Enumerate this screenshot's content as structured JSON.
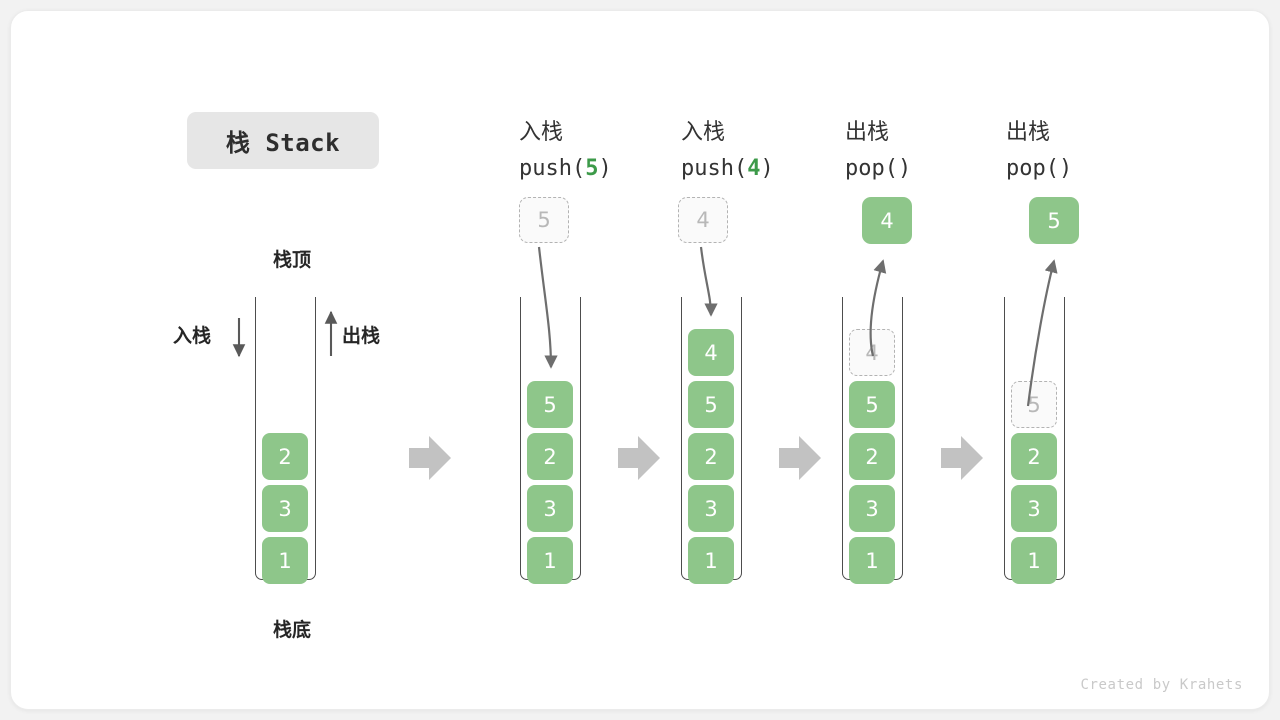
{
  "title": {
    "text": "栈 Stack"
  },
  "labels": {
    "top": "栈顶",
    "bottom": "栈底",
    "push_side": "入栈",
    "pop_side": "出栈"
  },
  "watermark": "Created by Krahets",
  "colors": {
    "cell_fill": "#8ec68a",
    "cell_text": "#ffffff",
    "ghost_fill": "#fafafa",
    "ghost_border": "#b3b3b3",
    "ghost_text": "#b8b8b8",
    "accent_green": "#3c9a49",
    "arrow_gray": "#6e6e6e",
    "step_arrow_gray": "#c0c0c0",
    "wall": "#4d4d4d",
    "title_chip_bg": "#e6e6e6",
    "card_bg": "#ffffff",
    "page_bg": "#f2f2f2"
  },
  "steps": [
    {
      "id": "initial",
      "caption_cn": "",
      "caption_code": "",
      "code_arg": "",
      "cells": [
        "2",
        "3",
        "1"
      ],
      "ghost_in_stack": null,
      "floating_value": null,
      "popped_value": null
    },
    {
      "id": "push-5",
      "caption_cn": "入栈",
      "caption_code_prefix": "push(",
      "code_arg": "5",
      "caption_code_suffix": ")",
      "cells": [
        "5",
        "2",
        "3",
        "1"
      ],
      "ghost_in_stack": null,
      "floating_value": "5",
      "popped_value": null
    },
    {
      "id": "push-4",
      "caption_cn": "入栈",
      "caption_code_prefix": "push(",
      "code_arg": "4",
      "caption_code_suffix": ")",
      "cells": [
        "4",
        "5",
        "2",
        "3",
        "1"
      ],
      "ghost_in_stack": null,
      "floating_value": "4",
      "popped_value": null
    },
    {
      "id": "pop-4",
      "caption_cn": "出栈",
      "caption_code_prefix": "pop(",
      "code_arg": "",
      "caption_code_suffix": ")",
      "cells": [
        "5",
        "2",
        "3",
        "1"
      ],
      "ghost_in_stack": "4",
      "floating_value": null,
      "popped_value": "4"
    },
    {
      "id": "pop-5",
      "caption_cn": "出栈",
      "caption_code_prefix": "pop(",
      "code_arg": "",
      "caption_code_suffix": ")",
      "cells": [
        "2",
        "3",
        "1"
      ],
      "ghost_in_stack": "5",
      "floating_value": null,
      "popped_value": "5"
    }
  ],
  "stack_contents": {
    "s0": [
      "2",
      "3",
      "1"
    ],
    "s1": [
      "5",
      "2",
      "3",
      "1"
    ],
    "s2": [
      "4",
      "5",
      "2",
      "3",
      "1"
    ],
    "s3_ghost": "4",
    "s3": [
      "5",
      "2",
      "3",
      "1"
    ],
    "s4_ghost": "5",
    "s4": [
      "2",
      "3",
      "1"
    ]
  },
  "cell_values": {
    "s0_c0": "2",
    "s0_c1": "3",
    "s0_c2": "1",
    "s1_g": "5",
    "s1_c0": "5",
    "s1_c1": "2",
    "s1_c2": "3",
    "s1_c3": "1",
    "s2_g": "4",
    "s2_c0": "4",
    "s2_c1": "5",
    "s2_c2": "2",
    "s2_c3": "3",
    "s2_c4": "1",
    "s3_p": "4",
    "s3_g": "4",
    "s3_c0": "5",
    "s3_c1": "2",
    "s3_c2": "3",
    "s3_c3": "1",
    "s4_p": "5",
    "s4_g": "5",
    "s4_c0": "2",
    "s4_c1": "3",
    "s4_c2": "1"
  },
  "captions": {
    "c1_cn": "入栈",
    "c1_pre": "push(",
    "c1_arg": "5",
    "c1_post": ")",
    "c2_cn": "入栈",
    "c2_pre": "push(",
    "c2_arg": "4",
    "c2_post": ")",
    "c3_cn": "出栈",
    "c3_pre": "pop(",
    "c3_arg": "",
    "c3_post": ")",
    "c4_cn": "出栈",
    "c4_pre": "pop(",
    "c4_arg": "",
    "c4_post": ")"
  }
}
